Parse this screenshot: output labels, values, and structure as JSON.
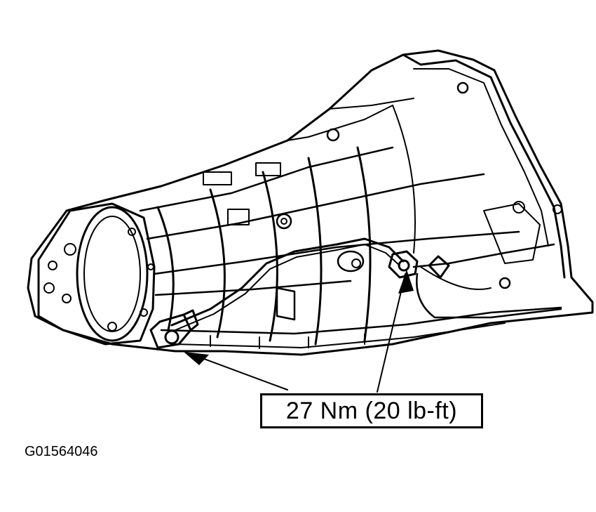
{
  "callout": {
    "torque_label": "27 Nm (20 lb-ft)"
  },
  "figure": {
    "id": "G01564046"
  },
  "colors": {
    "ink": "#000000",
    "paper": "#ffffff"
  },
  "parts": [
    {
      "name": "transmission-case"
    },
    {
      "name": "bell-housing"
    },
    {
      "name": "cooler-line"
    },
    {
      "name": "front-fitting"
    },
    {
      "name": "rear-fitting"
    }
  ]
}
